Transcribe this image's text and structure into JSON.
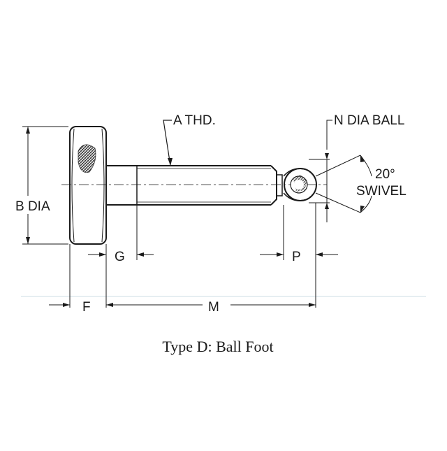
{
  "labels": {
    "thread": "A THD.",
    "ball": "N DIA BALL",
    "angle": "20°",
    "swivel": "SWIVEL",
    "dia": "B DIA",
    "g": "G",
    "p": "P",
    "f": "F",
    "m": "M"
  },
  "caption": "Type D: Ball Foot",
  "colors": {
    "ink": "#1a1a1a",
    "hatch": "#333333",
    "faint_rule": "#e6eef2"
  }
}
